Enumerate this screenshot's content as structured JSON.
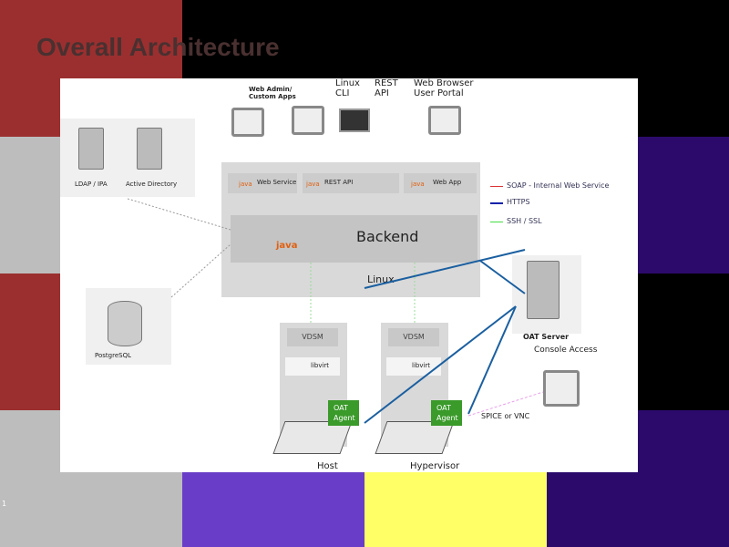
{
  "slide": {
    "title": "Overall Architecture",
    "page_number": "1"
  },
  "colors": {
    "dark_red": "#9b2f2f",
    "gray": "#bdbdbd",
    "black": "#000000",
    "purple": "#6a3dc8",
    "dark_purple": "#2c0a6c",
    "yellow": "#ffff66",
    "oat_green": "#3a9a2a",
    "https_blue": "#1a5fa0"
  },
  "diagram": {
    "clients": {
      "web_admin": "Web Admin/\nCustom Apps",
      "linux_cli": "Linux CLI",
      "rest_api": "REST API",
      "web_browser": "Web Browser User Portal"
    },
    "services": {
      "web_service": "Web Service",
      "rest_api": "REST API",
      "web_app": "Web App",
      "java": "java"
    },
    "backend": "Backend",
    "linux": "Linux",
    "ldap": "LDAP / IPA",
    "active_directory": "Active Directory",
    "postgresql": "PostgreSQL",
    "legend": {
      "soap": "SOAP - Internal Web Service",
      "https": "HTTPS",
      "ssh": "SSH / SSL"
    },
    "oat_server": "OAT Server",
    "console_access": "Console Access",
    "spice": "SPICE or VNC",
    "vdsm": "VDSM",
    "libvirt": "libvirt",
    "oat_agent": "OAT Agent",
    "host": "Host",
    "hypervisor": "Hypervisor"
  }
}
